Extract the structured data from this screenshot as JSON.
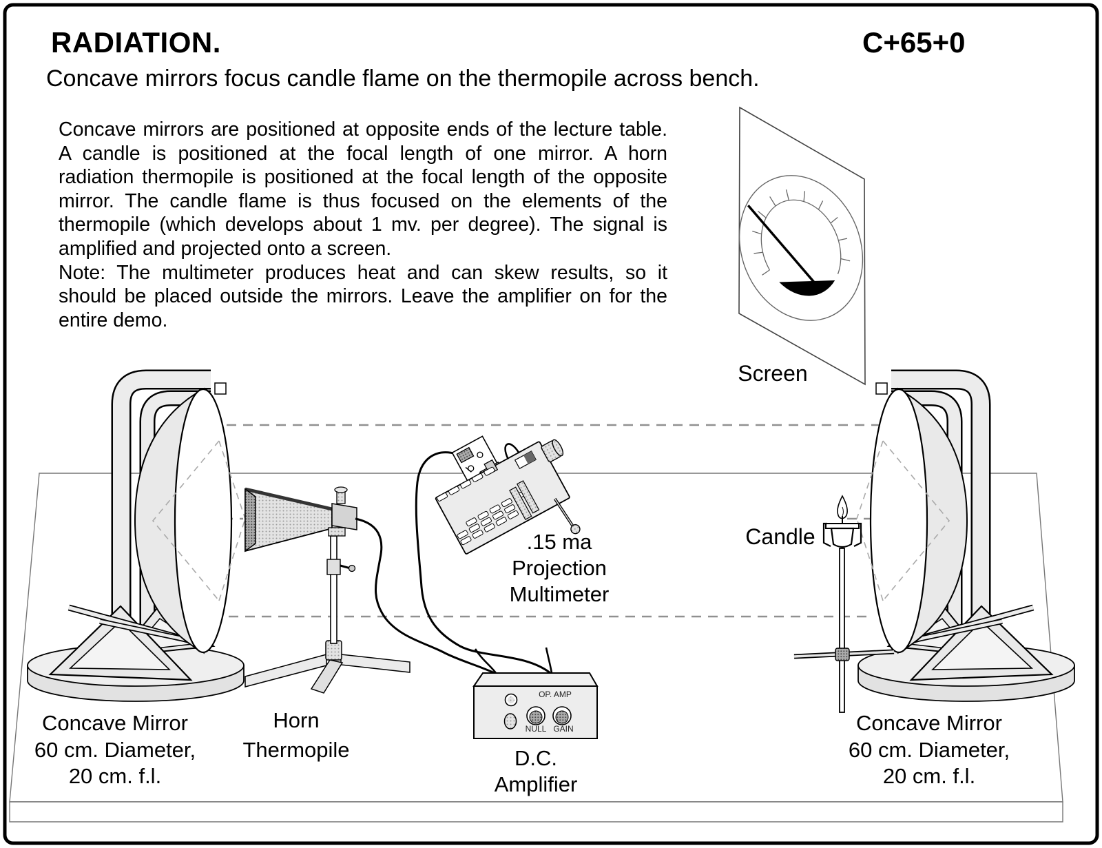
{
  "header": {
    "title": "RADIATION.",
    "code": "C+65+0",
    "subtitle": "Concave mirrors focus candle flame on the thermopile across bench."
  },
  "description": {
    "para1": "Concave mirrors are positioned at opposite ends of the lecture table.  A candle is positioned at the focal length of one mirror.  A horn radiation thermopile is positioned at the focal length of the opposite mirror.  The candle flame is thus focused on the elements of the thermopile (which develops about 1 mv. per degree).  The signal is amplified and projected onto a screen.",
    "para2": "Note: The multimeter produces heat and can skew results, so it should be placed outside the mirrors. Leave the amplifier on for the entire demo."
  },
  "labels": {
    "screen": "Screen",
    "candle": "Candle",
    "horn": {
      "line1": "Horn",
      "line2": "Thermopile"
    },
    "multimeter": {
      "line1": ".15 ma",
      "line2": "Projection",
      "line3": "Multimeter"
    },
    "amplifier": {
      "line1": "D.C.",
      "line2": "Amplifier"
    },
    "left_mirror": {
      "line1": "Concave Mirror",
      "line2": "60 cm. Diameter,",
      "line3": "20 cm. f.l."
    },
    "right_mirror": {
      "line1": "Concave Mirror",
      "line2": "60 cm. Diameter,",
      "line3": "20 cm. f.l."
    }
  },
  "amplifier_panel": {
    "op_amp": "OP. AMP",
    "null_label": "NULL",
    "gain_label": "GAIN"
  },
  "colors": {
    "ink": "#000000",
    "line_gray": "#777777",
    "dash_gray": "#999999",
    "fill_light": "#ececec",
    "background": "#ffffff"
  }
}
